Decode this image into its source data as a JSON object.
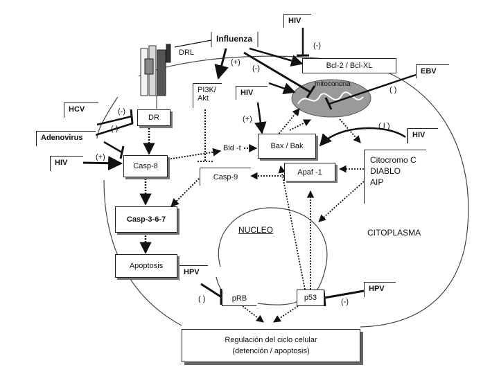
{
  "diagram": {
    "viruses": {
      "influenza": "Influenza",
      "hiv_top": "HIV",
      "hiv_mid": "HIV",
      "hiv_right": "HIV",
      "hiv_left": "HIV",
      "ebv": "EBV",
      "hcv": "HCV",
      "adenovirus": "Adenovirus",
      "hpv_left": "HPV",
      "hpv_right": "HPV"
    },
    "nodes": {
      "drl": "DRL",
      "dr": "DR",
      "pi3k_line1": "PI3K/",
      "pi3k_line2": "Akt",
      "bcl2": "Bcl-2 / Bcl-XL",
      "mitocondria": "mitocondria",
      "bax_bak": "Bax / Bak",
      "bid_t": "Bid -t",
      "casp8": "Casp-8",
      "casp9": "Casp-9",
      "apaf1": "Apaf -1",
      "citocromo": "Citocromo C",
      "diablo": "DIABLO",
      "aip": "AIP",
      "casp367": "Casp-3-6-7",
      "apoptosis": "Apoptosis",
      "nucleo": "NUCLEO",
      "citoplasma": "CITOPLASMA",
      "prb": "pRB",
      "p53": "p53",
      "regulacion_line1": "Regulación del ciclo celular",
      "regulacion_line2": "(detención / apoptosis)"
    },
    "signs": {
      "hiv_top_minus": "(-)",
      "influenza_plus": "(+)",
      "influenza_minus": "(-)",
      "hcv_minus": "(-)",
      "adeno_paren": "( )",
      "hiv_left_plus": "(+)",
      "hiv_mid_plus": "(+)",
      "ebv_paren": "( )",
      "hiv_right_paren": "( I )",
      "hpv_left_paren": "( )",
      "hpv_right_minus": "(-)"
    }
  }
}
